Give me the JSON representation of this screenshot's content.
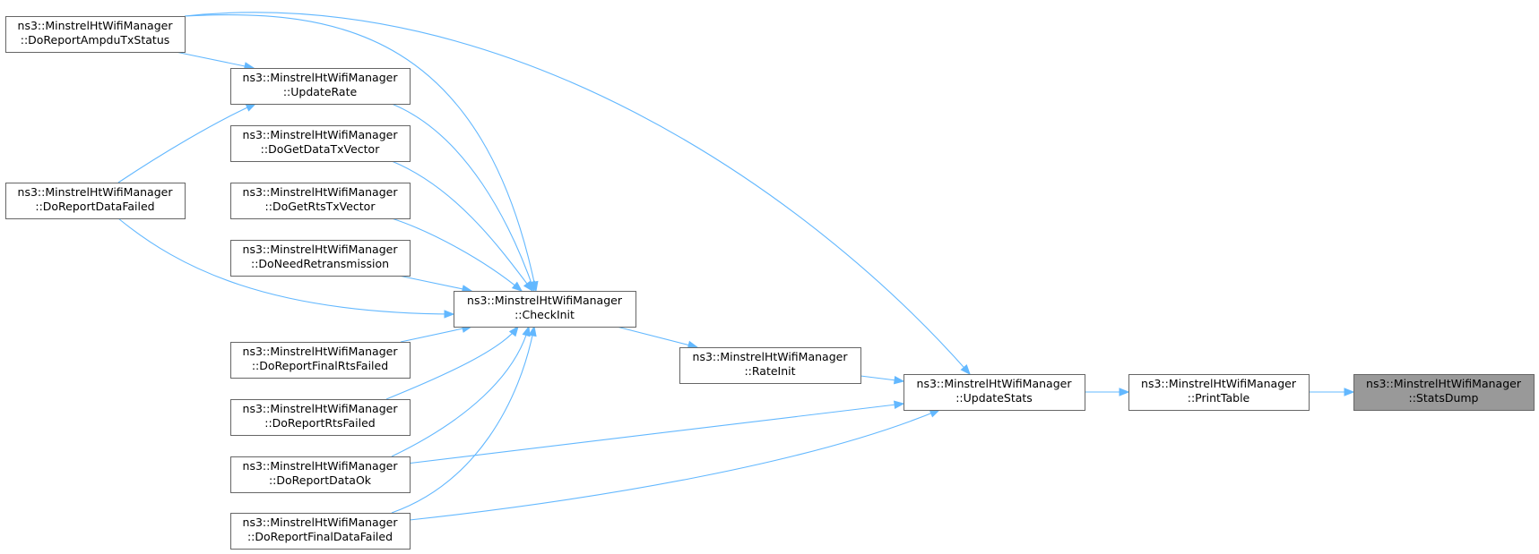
{
  "graph": {
    "direction": "right-to-left caller graph",
    "edge_color": "#63b8ff",
    "node_border_color": "#666666",
    "highlight_fill": "#999999",
    "nodes": [
      {
        "id": "ampdu",
        "line1": "ns3::MinstrelHtWifiManager",
        "line2": "::DoReportAmpduTxStatus"
      },
      {
        "id": "updaterate",
        "line1": "ns3::MinstrelHtWifiManager",
        "line2": "::UpdateRate"
      },
      {
        "id": "getdata",
        "line1": "ns3::MinstrelHtWifiManager",
        "line2": "::DoGetDataTxVector"
      },
      {
        "id": "datafailed",
        "line1": "ns3::MinstrelHtWifiManager",
        "line2": "::DoReportDataFailed"
      },
      {
        "id": "getrts",
        "line1": "ns3::MinstrelHtWifiManager",
        "line2": "::DoGetRtsTxVector"
      },
      {
        "id": "needretx",
        "line1": "ns3::MinstrelHtWifiManager",
        "line2": "::DoNeedRetransmission"
      },
      {
        "id": "checkinit",
        "line1": "ns3::MinstrelHtWifiManager",
        "line2": "::CheckInit"
      },
      {
        "id": "finalrts",
        "line1": "ns3::MinstrelHtWifiManager",
        "line2": "::DoReportFinalRtsFailed"
      },
      {
        "id": "rateinit",
        "line1": "ns3::MinstrelHtWifiManager",
        "line2": "::RateInit"
      },
      {
        "id": "updatestats",
        "line1": "ns3::MinstrelHtWifiManager",
        "line2": "::UpdateStats"
      },
      {
        "id": "printtable",
        "line1": "ns3::MinstrelHtWifiManager",
        "line2": "::PrintTable"
      },
      {
        "id": "statsdump",
        "line1": "ns3::MinstrelHtWifiManager",
        "line2": "::StatsDump",
        "highlight": true
      },
      {
        "id": "rtsfailed",
        "line1": "ns3::MinstrelHtWifiManager",
        "line2": "::DoReportRtsFailed"
      },
      {
        "id": "dataok",
        "line1": "ns3::MinstrelHtWifiManager",
        "line2": "::DoReportDataOk"
      },
      {
        "id": "finaldata",
        "line1": "ns3::MinstrelHtWifiManager",
        "line2": "::DoReportFinalDataFailed"
      }
    ],
    "edges": [
      {
        "from": "printtable",
        "to": "statsdump"
      },
      {
        "from": "updatestats",
        "to": "printtable"
      },
      {
        "from": "rateinit",
        "to": "updatestats"
      },
      {
        "from": "ampdu",
        "to": "updatestats"
      },
      {
        "from": "dataok",
        "to": "updatestats"
      },
      {
        "from": "finaldata",
        "to": "updatestats"
      },
      {
        "from": "checkinit",
        "to": "rateinit"
      },
      {
        "from": "ampdu",
        "to": "checkinit"
      },
      {
        "from": "updaterate",
        "to": "checkinit"
      },
      {
        "from": "getdata",
        "to": "checkinit"
      },
      {
        "from": "getrts",
        "to": "checkinit"
      },
      {
        "from": "needretx",
        "to": "checkinit"
      },
      {
        "from": "datafailed",
        "to": "checkinit"
      },
      {
        "from": "finalrts",
        "to": "checkinit"
      },
      {
        "from": "rtsfailed",
        "to": "checkinit"
      },
      {
        "from": "dataok",
        "to": "checkinit"
      },
      {
        "from": "finaldata",
        "to": "checkinit"
      },
      {
        "from": "ampdu",
        "to": "updaterate"
      },
      {
        "from": "datafailed",
        "to": "updaterate"
      }
    ]
  }
}
